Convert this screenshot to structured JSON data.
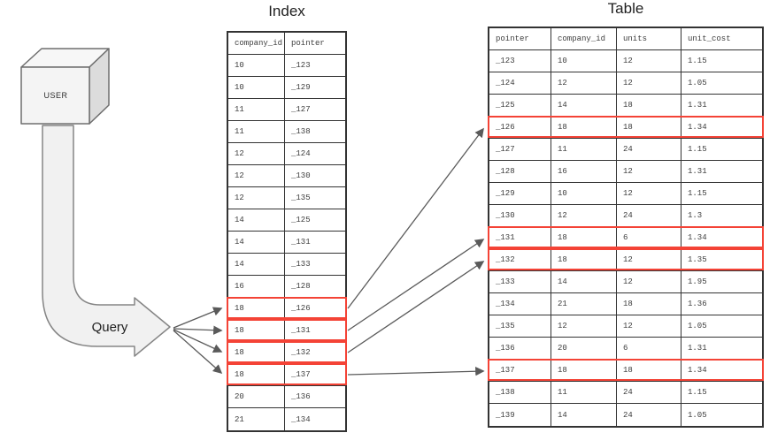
{
  "diagram": {
    "user_label": "USER",
    "query_label": "Query"
  },
  "index_table": {
    "title": "Index",
    "columns": [
      "company_id",
      "pointer"
    ],
    "rows": [
      {
        "cells": [
          "10",
          "_123"
        ],
        "highlighted": false
      },
      {
        "cells": [
          "10",
          "_129"
        ],
        "highlighted": false
      },
      {
        "cells": [
          "11",
          "_127"
        ],
        "highlighted": false
      },
      {
        "cells": [
          "11",
          "_138"
        ],
        "highlighted": false
      },
      {
        "cells": [
          "12",
          "_124"
        ],
        "highlighted": false
      },
      {
        "cells": [
          "12",
          "_130"
        ],
        "highlighted": false
      },
      {
        "cells": [
          "12",
          "_135"
        ],
        "highlighted": false
      },
      {
        "cells": [
          "14",
          "_125"
        ],
        "highlighted": false
      },
      {
        "cells": [
          "14",
          "_131"
        ],
        "highlighted": false
      },
      {
        "cells": [
          "14",
          "_133"
        ],
        "highlighted": false
      },
      {
        "cells": [
          "16",
          "_128"
        ],
        "highlighted": false
      },
      {
        "cells": [
          "18",
          "_126"
        ],
        "highlighted": true
      },
      {
        "cells": [
          "18",
          "_131"
        ],
        "highlighted": true
      },
      {
        "cells": [
          "18",
          "_132"
        ],
        "highlighted": true
      },
      {
        "cells": [
          "18",
          "_137"
        ],
        "highlighted": true
      },
      {
        "cells": [
          "20",
          "_136"
        ],
        "highlighted": false
      },
      {
        "cells": [
          "21",
          "_134"
        ],
        "highlighted": false
      }
    ]
  },
  "main_table": {
    "title": "Table",
    "columns": [
      "pointer",
      "company_id",
      "units",
      "unit_cost"
    ],
    "rows": [
      {
        "cells": [
          "_123",
          "10",
          "12",
          "1.15"
        ],
        "highlighted": false
      },
      {
        "cells": [
          "_124",
          "12",
          "12",
          "1.05"
        ],
        "highlighted": false
      },
      {
        "cells": [
          "_125",
          "14",
          "18",
          "1.31"
        ],
        "highlighted": false
      },
      {
        "cells": [
          "_126",
          "18",
          "18",
          "1.34"
        ],
        "highlighted": true
      },
      {
        "cells": [
          "_127",
          "11",
          "24",
          "1.15"
        ],
        "highlighted": false
      },
      {
        "cells": [
          "_128",
          "16",
          "12",
          "1.31"
        ],
        "highlighted": false
      },
      {
        "cells": [
          "_129",
          "10",
          "12",
          "1.15"
        ],
        "highlighted": false
      },
      {
        "cells": [
          "_130",
          "12",
          "24",
          "1.3"
        ],
        "highlighted": false
      },
      {
        "cells": [
          "_131",
          "18",
          "6",
          "1.34"
        ],
        "highlighted": true
      },
      {
        "cells": [
          "_132",
          "18",
          "12",
          "1.35"
        ],
        "highlighted": true
      },
      {
        "cells": [
          "_133",
          "14",
          "12",
          "1.95"
        ],
        "highlighted": false
      },
      {
        "cells": [
          "_134",
          "21",
          "18",
          "1.36"
        ],
        "highlighted": false
      },
      {
        "cells": [
          "_135",
          "12",
          "12",
          "1.05"
        ],
        "highlighted": false
      },
      {
        "cells": [
          "_136",
          "20",
          "6",
          "1.31"
        ],
        "highlighted": false
      },
      {
        "cells": [
          "_137",
          "18",
          "18",
          "1.34"
        ],
        "highlighted": true
      },
      {
        "cells": [
          "_138",
          "11",
          "24",
          "1.15"
        ],
        "highlighted": false
      },
      {
        "cells": [
          "_139",
          "14",
          "24",
          "1.05"
        ],
        "highlighted": false
      }
    ]
  },
  "colors": {
    "highlight_red": "#f44336",
    "table_border": "#333333",
    "arrow_gray": "#5a5a5a",
    "shape_fill": "#f1f1f1",
    "shape_stroke": "#858585"
  }
}
